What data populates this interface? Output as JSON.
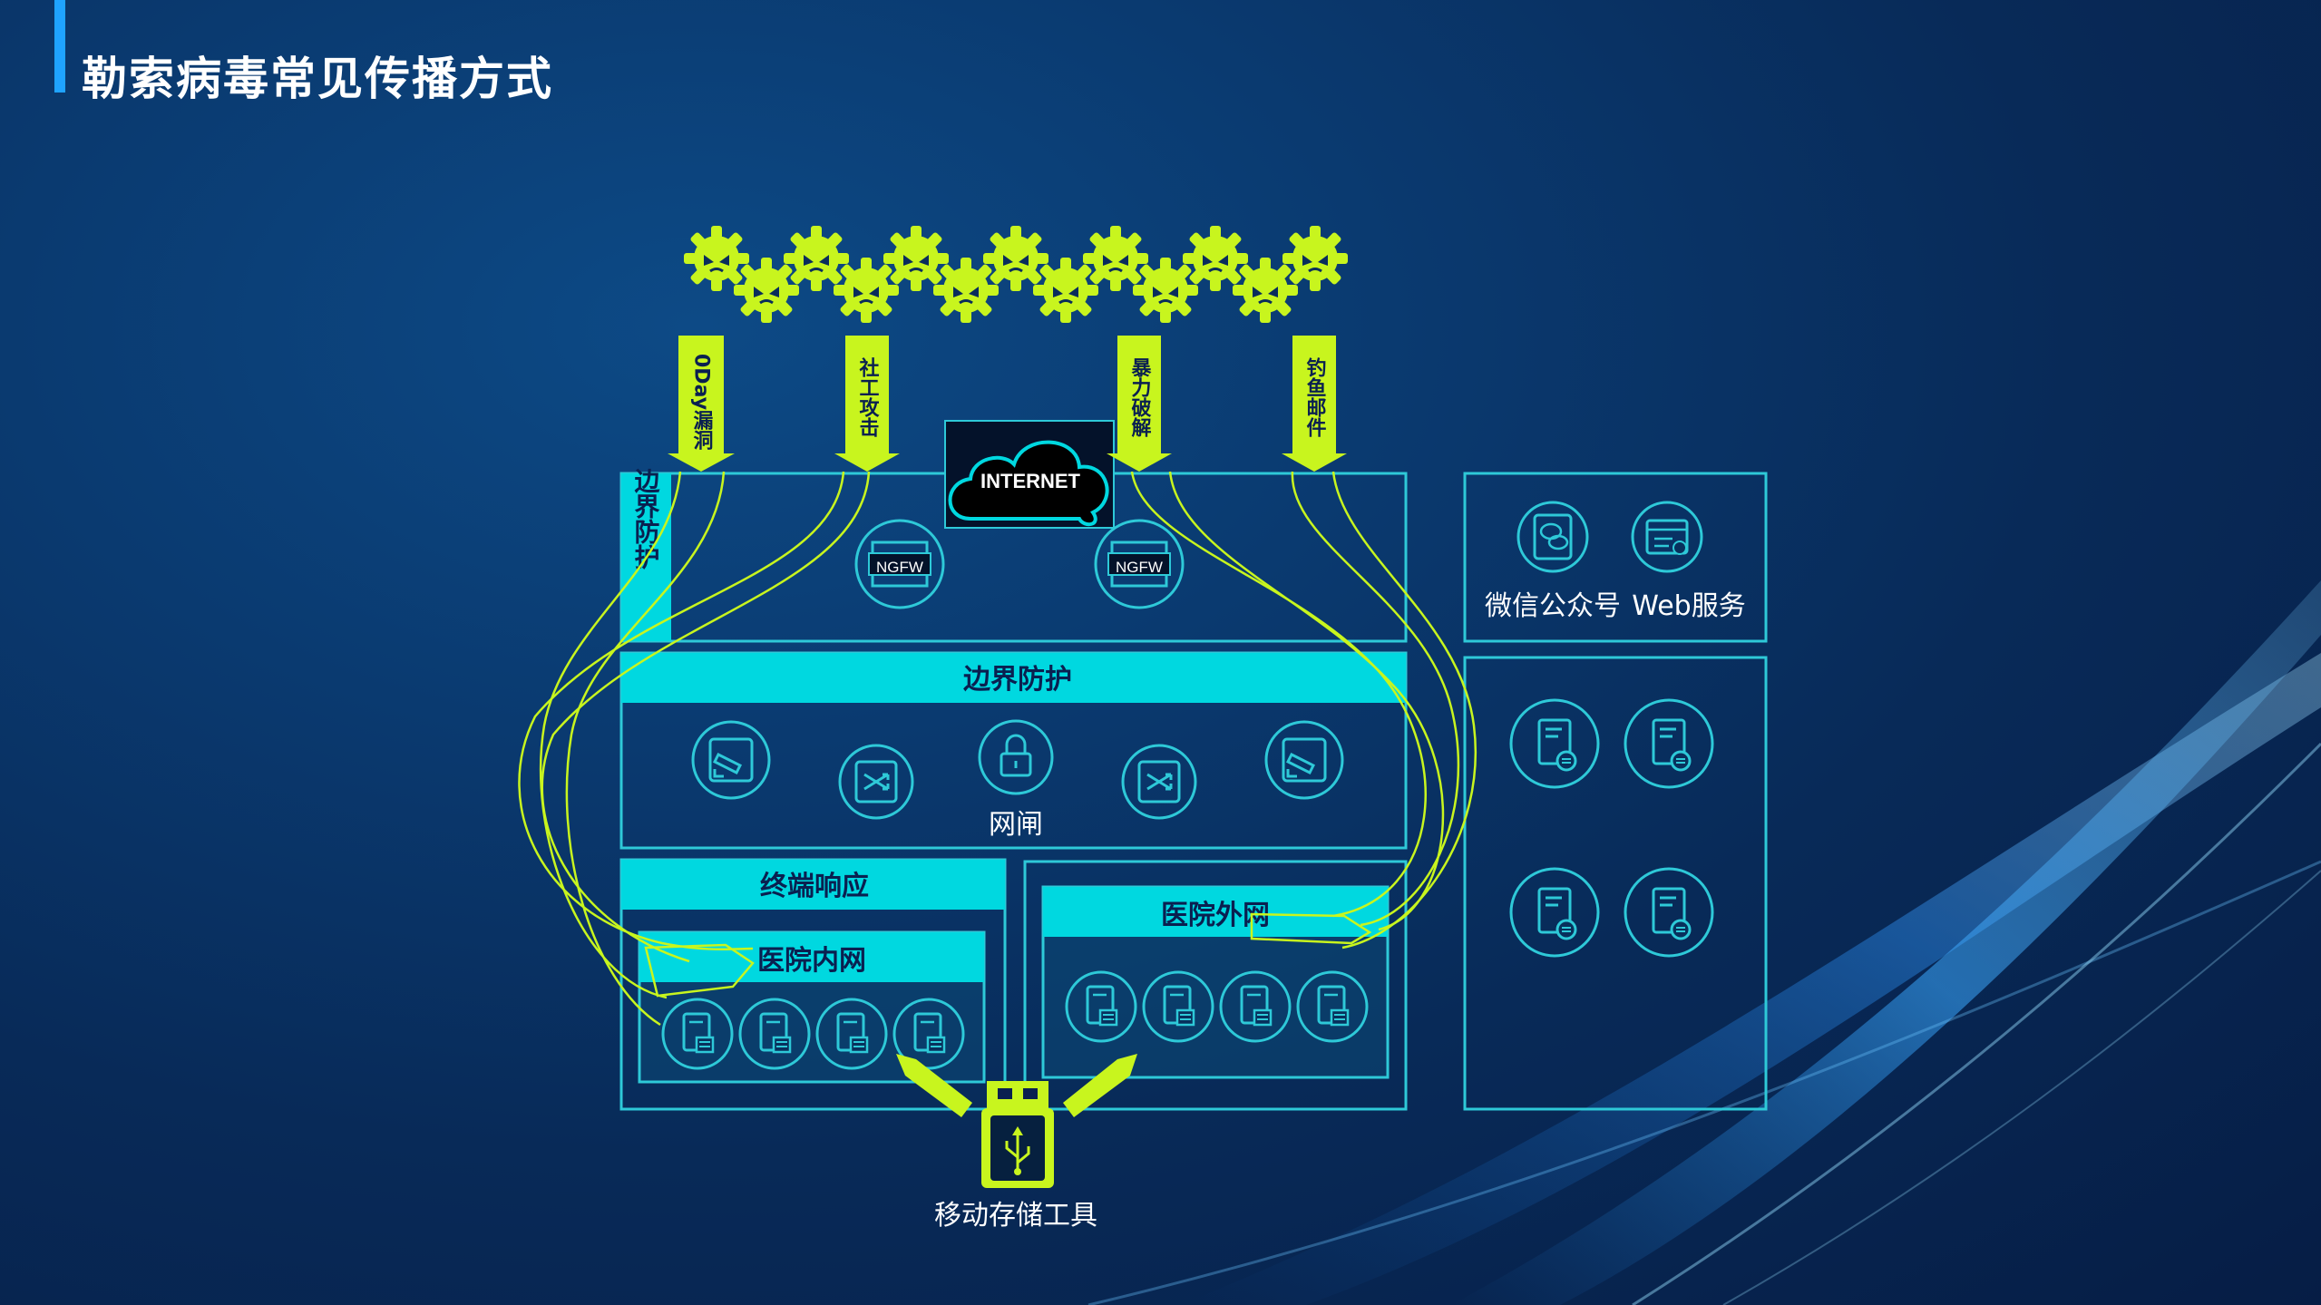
{
  "page": {
    "title": "勒索病毒常见传播方式"
  },
  "colors": {
    "accent_lime": "#c8f51e",
    "accent_cyan": "#00d8e0",
    "frame_cyan": "#2ec9d8",
    "text_white": "#ffffff"
  },
  "attack_vectors": [
    {
      "label": "0Day漏洞"
    },
    {
      "label": "社工攻击"
    },
    {
      "label": "暴力破解"
    },
    {
      "label": "钓鱼邮件"
    }
  ],
  "internet": {
    "label": "INTERNET"
  },
  "border_protection": {
    "side_label": "边界防护",
    "header_label": "边界防护",
    "firewalls": [
      {
        "label": "NGFW"
      },
      {
        "label": "NGFW"
      }
    ],
    "gateway_label": "网闸"
  },
  "endpoint": {
    "header_label": "终端响应"
  },
  "intranet": {
    "label": "医院内网"
  },
  "extranet": {
    "label": "医院外网"
  },
  "services": {
    "labels": [
      "微信公众号",
      "Web服务"
    ]
  },
  "usb": {
    "label": "移动存储工具"
  },
  "icons": {
    "virus": "virus-icon",
    "firewall": "ngfw-firewall-icon",
    "camera": "camera-icon",
    "switch": "switch-icon",
    "lock": "lock-icon",
    "server": "server-icon",
    "wechat": "wechat-icon",
    "web": "web-browser-icon",
    "usb": "usb-drive-icon",
    "cloud": "cloud-icon"
  }
}
